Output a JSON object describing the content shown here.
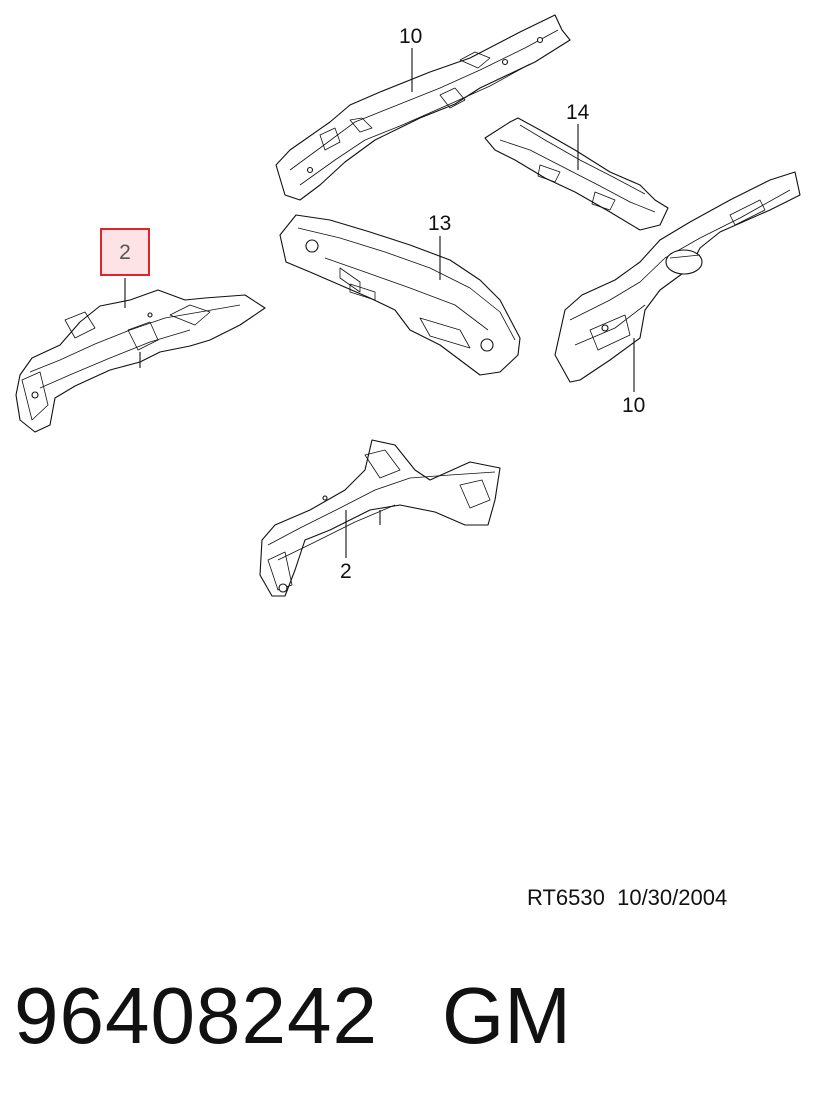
{
  "diagram": {
    "callouts": {
      "rail_rear_top": "10",
      "crossmember_rear": "14",
      "crossmember_center": "13",
      "rail_rear_right": "10",
      "rail_front_selected": "2",
      "rail_front_bottom": "2"
    },
    "highlight_color": "#e0242b",
    "highlight_fill": "#fde3e5"
  },
  "footer": {
    "reference": "RT6530  10/30/2004",
    "part_number": "96408242",
    "brand": "GM"
  }
}
